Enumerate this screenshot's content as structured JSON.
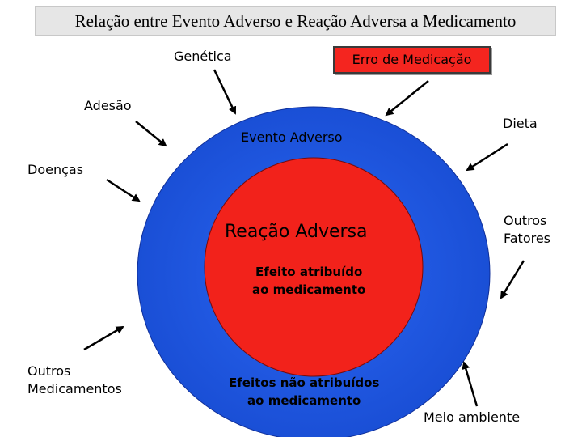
{
  "title": "Relação entre Evento Adverso e Reação Adversa a Medicamento",
  "labels": {
    "genetica": "Genética",
    "erro_medicacao": "Erro de Medicação",
    "adesao": "Adesão",
    "dieta": "Dieta",
    "evento_adverso": "Evento Adverso",
    "doencas": "Doenças",
    "reacao_adversa": "Reação Adversa",
    "outros_fatores_1": "Outros",
    "outros_fatores_2": "Fatores",
    "efeito_atribuido_1": "Efeito atribuído",
    "efeito_atribuido_2": "ao medicamento",
    "outros_medicamentos_1": "Outros",
    "outros_medicamentos_2": "Medicamentos",
    "efeitos_nao_atribuidos_1": "Efeitos não atribuídos",
    "efeitos_nao_atribuidos_2": "ao medicamento",
    "meio_ambiente": "Meio ambiente"
  },
  "colors": {
    "outer_circle": "#1f5be8",
    "inner_circle": "#f2221b",
    "erro_box": "#f4251f",
    "arrow": "#000000"
  }
}
